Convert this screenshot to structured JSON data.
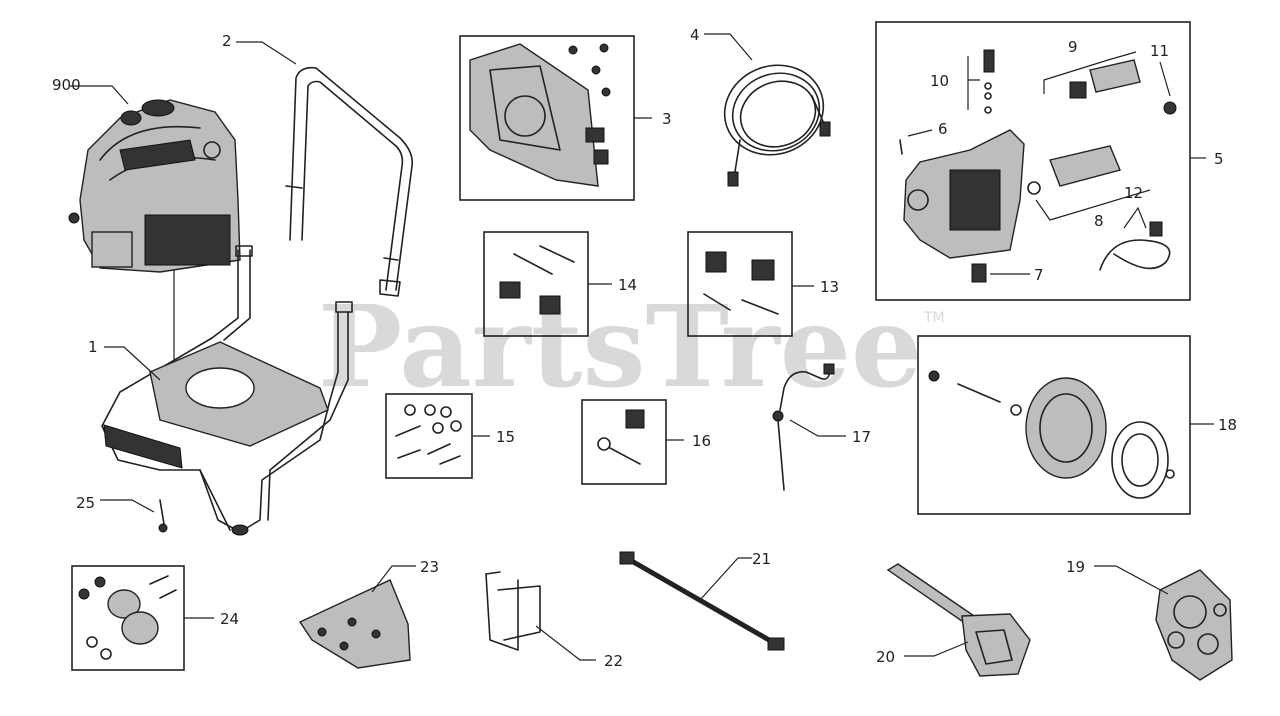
{
  "watermark": {
    "text": "PartsTree",
    "trademark": "TM"
  },
  "callouts": [
    {
      "id": "c900",
      "label": "900"
    },
    {
      "id": "c1",
      "label": "1"
    },
    {
      "id": "c2",
      "label": "2"
    },
    {
      "id": "c3",
      "label": "3"
    },
    {
      "id": "c4",
      "label": "4"
    },
    {
      "id": "c5",
      "label": "5"
    },
    {
      "id": "c6",
      "label": "6"
    },
    {
      "id": "c7",
      "label": "7"
    },
    {
      "id": "c8",
      "label": "8"
    },
    {
      "id": "c9",
      "label": "9"
    },
    {
      "id": "c10",
      "label": "10"
    },
    {
      "id": "c11",
      "label": "11"
    },
    {
      "id": "c12",
      "label": "12"
    },
    {
      "id": "c13",
      "label": "13"
    },
    {
      "id": "c14",
      "label": "14"
    },
    {
      "id": "c15",
      "label": "15"
    },
    {
      "id": "c16",
      "label": "16"
    },
    {
      "id": "c17",
      "label": "17"
    },
    {
      "id": "c18",
      "label": "18"
    },
    {
      "id": "c19",
      "label": "19"
    },
    {
      "id": "c20",
      "label": "20"
    },
    {
      "id": "c21",
      "label": "21"
    },
    {
      "id": "c22",
      "label": "22"
    },
    {
      "id": "c23",
      "label": "23"
    },
    {
      "id": "c24",
      "label": "24"
    },
    {
      "id": "c25",
      "label": "25"
    }
  ]
}
